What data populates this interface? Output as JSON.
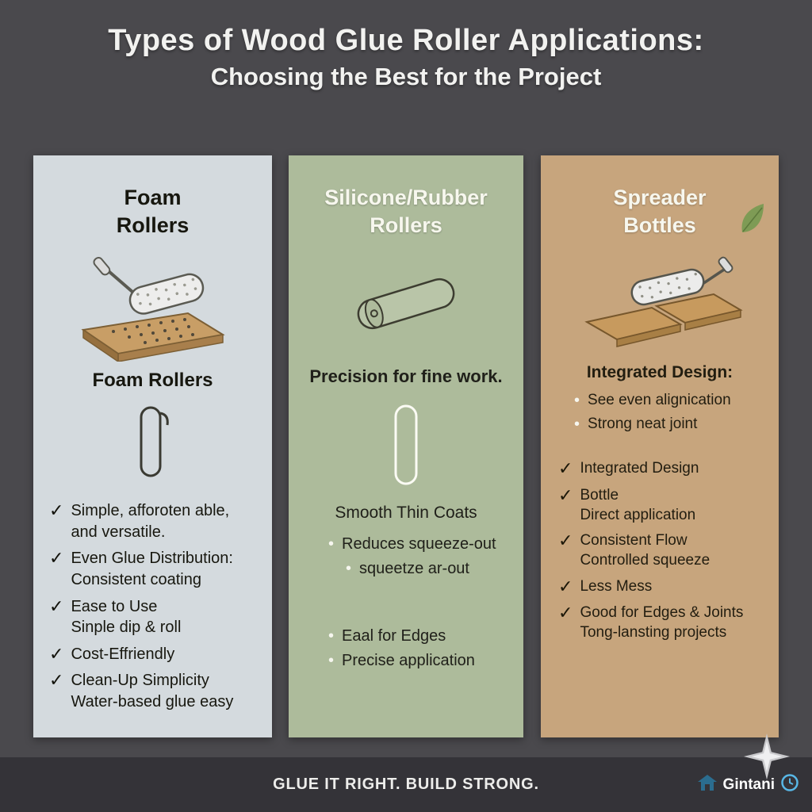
{
  "title": {
    "line1": "Types of Wood Glue Roller Applications:",
    "line2": "Choosing the Best for the Project"
  },
  "icons": {
    "check": "✓",
    "bullet": "•"
  },
  "card1": {
    "title": "Foam\nRollers",
    "subtitle": "Foam Rollers",
    "checklist": [
      "Simple, afforoten able,\nand versatile.",
      "Even Glue Distribution:\nConsistent coating",
      "Ease to Use\nSinple dip & roll",
      "Cost-Effriendly",
      "Clean-Up Simplicity\nWater-based glue easy"
    ]
  },
  "card2": {
    "title": "Silicone/Rubber\nRollers",
    "tagline": "Precision for fine work.",
    "caption": "Smooth Thin Coats",
    "bullets1": [
      "Reduces squeeze-out",
      "squeetze ar-out"
    ],
    "bullets2": [
      "Eaal for Edges",
      "Precise application"
    ]
  },
  "card3": {
    "title": "Spreader\nBottles",
    "tagline": "Integrated Design:",
    "bullets": [
      "See even alignication",
      "Strong neat joint"
    ],
    "checklist": [
      "Integrated Design",
      "Bottle\nDirect application",
      "Consistent Flow\nControlled squeeze",
      "Less Mess",
      "Good for Edges & Joints\nTong-lansting projects"
    ]
  },
  "footer": {
    "slogan": "GLUE IT RIGHT. BUILD STRONG.",
    "brand": "Gintani"
  }
}
